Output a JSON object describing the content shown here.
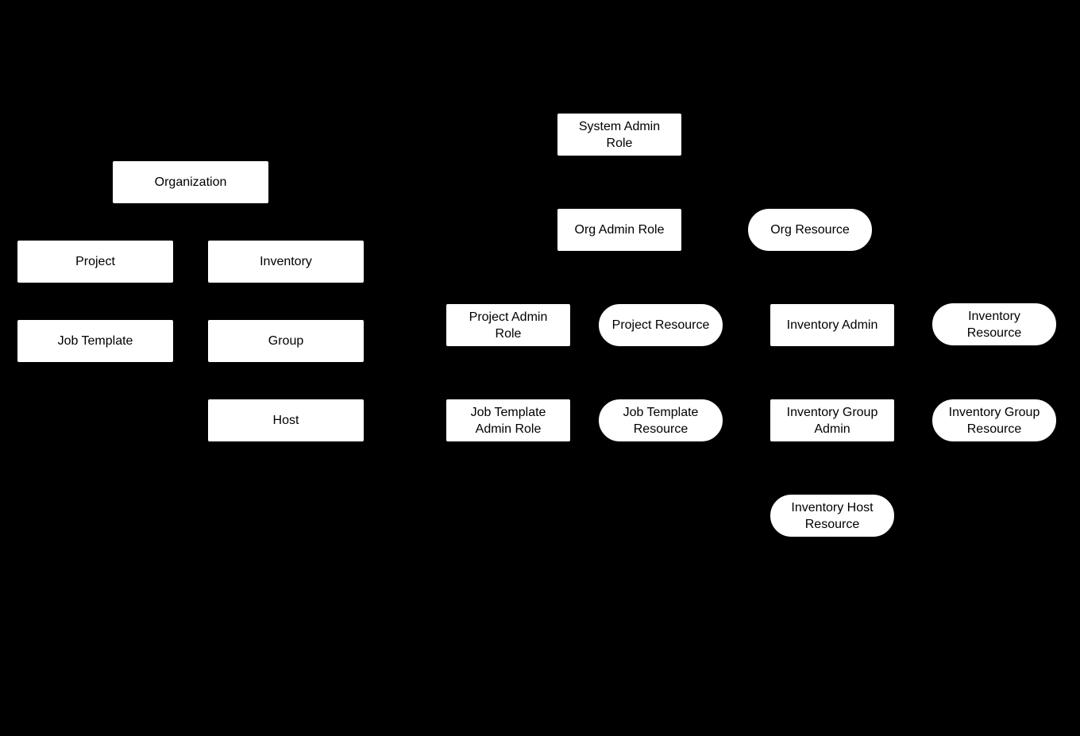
{
  "diagram": {
    "background_color": "#000000",
    "node_fill_color": "#ffffff",
    "node_text_color": "#000000",
    "nodes": [
      {
        "name": "organization",
        "label": "Organization",
        "shape": "rect"
      },
      {
        "name": "project",
        "label": "Project",
        "shape": "rect"
      },
      {
        "name": "inventory",
        "label": "Inventory",
        "shape": "rect"
      },
      {
        "name": "job-template",
        "label": "Job Template",
        "shape": "rect"
      },
      {
        "name": "group",
        "label": "Group",
        "shape": "rect"
      },
      {
        "name": "host",
        "label": "Host",
        "shape": "rect"
      },
      {
        "name": "system-admin-role",
        "label": "System Admin\nRole",
        "shape": "rect"
      },
      {
        "name": "org-admin-role",
        "label": "Org Admin Role",
        "shape": "rect"
      },
      {
        "name": "org-resource",
        "label": "Org Resource",
        "shape": "pill"
      },
      {
        "name": "project-admin-role",
        "label": "Project Admin\nRole",
        "shape": "rect"
      },
      {
        "name": "project-resource",
        "label": "Project Resource",
        "shape": "pill"
      },
      {
        "name": "inventory-admin",
        "label": "Inventory Admin",
        "shape": "rect"
      },
      {
        "name": "inventory-resource",
        "label": "Inventory\nResource",
        "shape": "pill"
      },
      {
        "name": "job-template-admin-role",
        "label": "Job Template\nAdmin Role",
        "shape": "rect"
      },
      {
        "name": "job-template-resource",
        "label": "Job Template\nResource",
        "shape": "pill"
      },
      {
        "name": "inventory-group-admin",
        "label": "Inventory Group\nAdmin",
        "shape": "rect"
      },
      {
        "name": "inventory-group-resource",
        "label": "Inventory Group\nResource",
        "shape": "pill"
      },
      {
        "name": "inventory-host-resource",
        "label": "Inventory Host\nResource",
        "shape": "pill"
      }
    ]
  }
}
